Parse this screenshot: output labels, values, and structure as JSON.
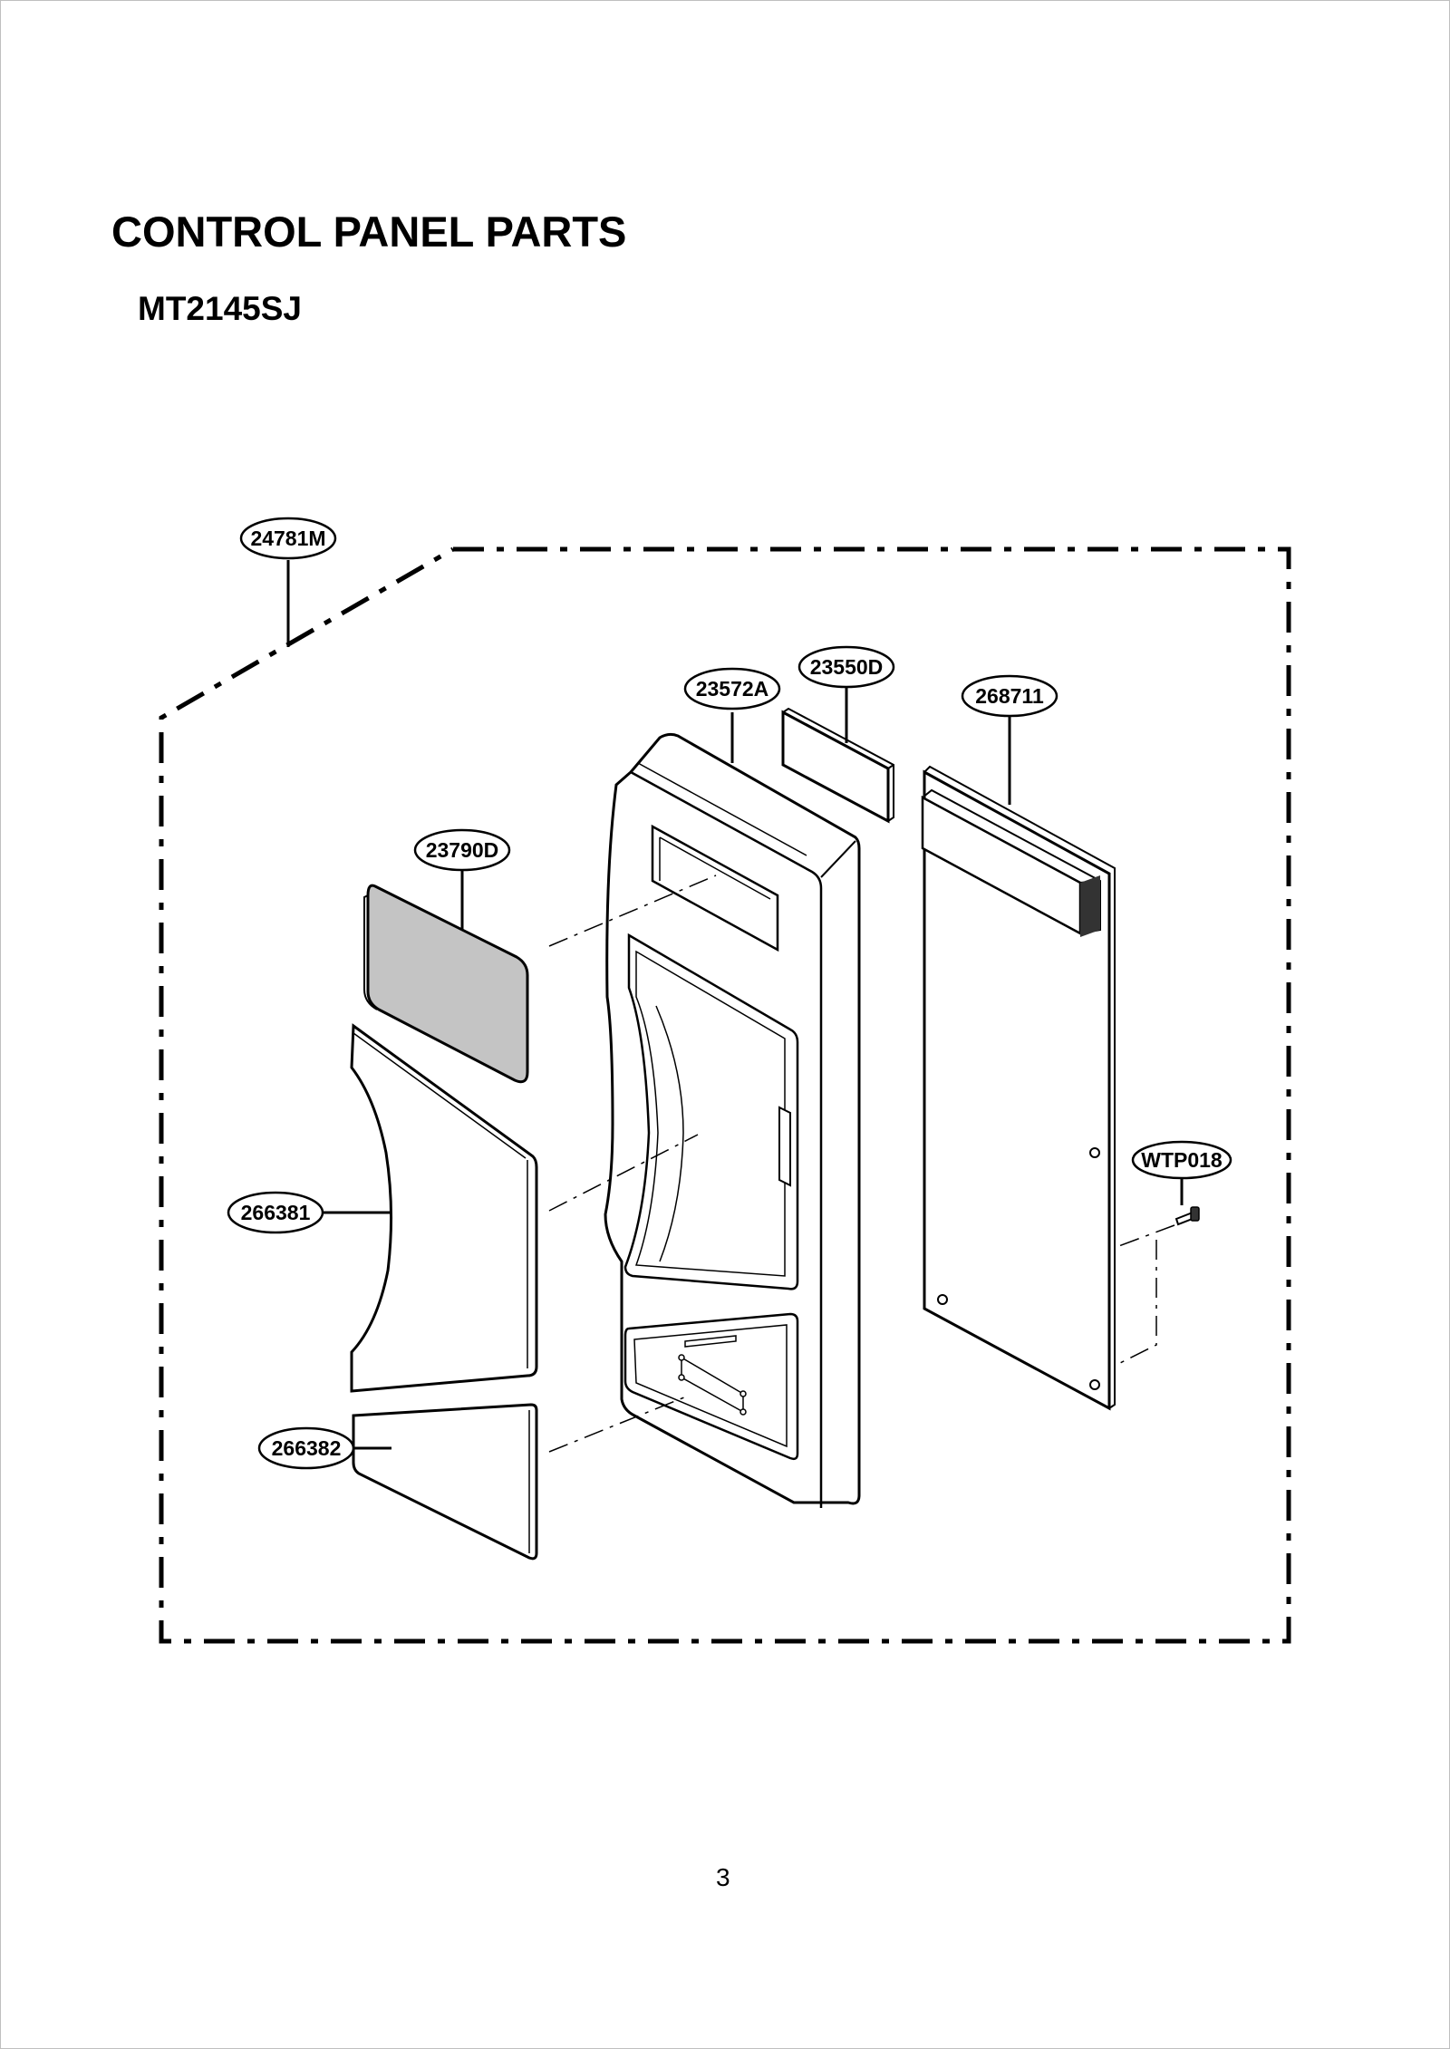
{
  "page": {
    "title": "CONTROL PANEL PARTS",
    "model": "MT2145SJ",
    "page_number": "3"
  },
  "callouts": {
    "assembly": "24781M",
    "panel_frame": "23572A",
    "display_window": "23550D",
    "pcb": "268711",
    "window_sheet": "23790D",
    "screw": "WTP018",
    "front_sheet_upper": "266381",
    "front_sheet_lower": "266382"
  }
}
